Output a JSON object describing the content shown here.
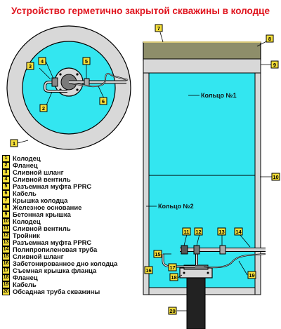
{
  "title": "Устройство герметично закрытой скважины в колодце",
  "labels": {
    "ring1": "Кольцо №1",
    "ring2": "Кольцо №2"
  },
  "tags": [
    "1",
    "2",
    "3",
    "4",
    "5",
    "6",
    "7",
    "8",
    "9",
    "10",
    "11",
    "12",
    "13",
    "14",
    "15",
    "16",
    "17",
    "18",
    "19",
    "20"
  ],
  "legend": [
    {
      "n": "1",
      "text": "Колодец"
    },
    {
      "n": "2",
      "text": "Фланец"
    },
    {
      "n": "3",
      "text": "Сливной шланг"
    },
    {
      "n": "4",
      "text": "Сливной вентиль"
    },
    {
      "n": "5",
      "text": "Разъемная муфта PPRC"
    },
    {
      "n": "6",
      "text": "Кабель"
    },
    {
      "n": "7",
      "text": "Крышка колодца"
    },
    {
      "n": "8",
      "text": "Железное основание"
    },
    {
      "n": "9",
      "text": "Бетонная крышка"
    },
    {
      "n": "10",
      "text": "Колодец"
    },
    {
      "n": "11",
      "text": "Сливной вентиль"
    },
    {
      "n": "12",
      "text": "Тройник"
    },
    {
      "n": "13",
      "text": "Разъемная муфта PPRC"
    },
    {
      "n": "14",
      "text": "Полипропиленовая труба"
    },
    {
      "n": "15",
      "text": "Сливной шланг"
    },
    {
      "n": "16",
      "text": "Забетонированное дно колодца"
    },
    {
      "n": "17",
      "text": "Съемная крышка фланца"
    },
    {
      "n": "18",
      "text": "Фланец"
    },
    {
      "n": "19",
      "text": "Кабель"
    },
    {
      "n": "20",
      "text": "Обсадная труба скважины"
    }
  ],
  "colors": {
    "water": "#33e6f0",
    "concrete": "#d8d8d8",
    "title": "#e0141e",
    "tag": "#f7e03a",
    "lid": "#8e8e6a"
  }
}
